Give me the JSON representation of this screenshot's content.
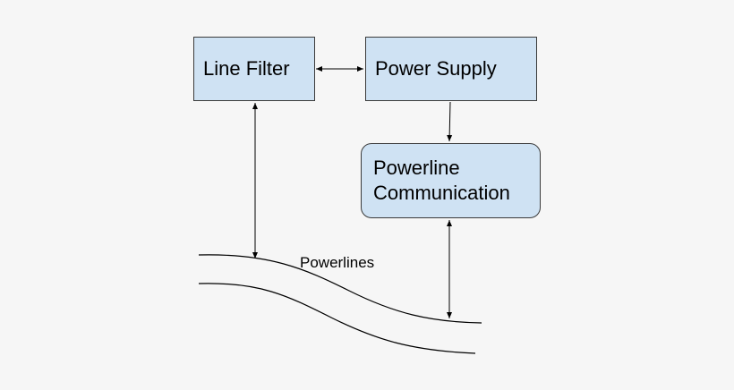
{
  "blocks": {
    "line_filter": "Line Filter",
    "power_supply": "Power Supply",
    "powerline_communication": [
      "Powerline",
      "Communication"
    ]
  },
  "labels": {
    "powerlines": "Powerlines"
  },
  "colors": {
    "block_fill": "#cfe2f3",
    "block_border": "#3a3a3a",
    "line": "#000000",
    "background": "#f6f6f6"
  }
}
